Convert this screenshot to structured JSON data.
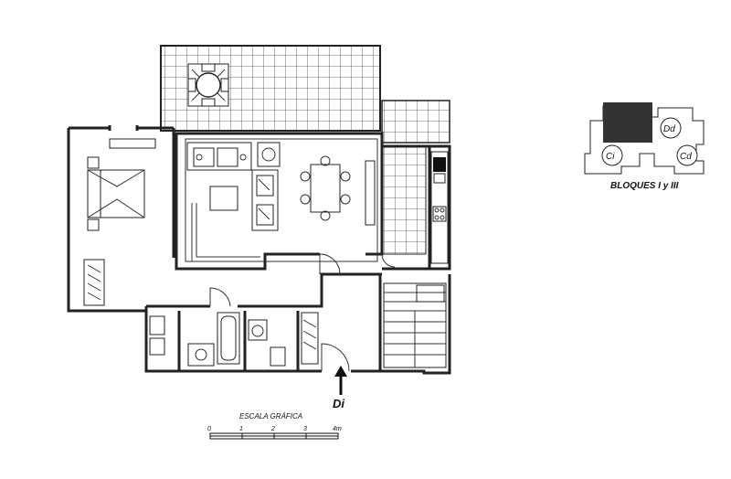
{
  "plan": {
    "entrance_label": "Di",
    "scale": {
      "title": "ESCALA GRÁFICA",
      "ticks": [
        "0",
        "1",
        "2",
        "3",
        "4m"
      ]
    }
  },
  "keyplan": {
    "units": [
      "Dd",
      "Ci",
      "Cd"
    ],
    "caption": "BLOQUES I y III",
    "highlight_color": "#333333"
  }
}
